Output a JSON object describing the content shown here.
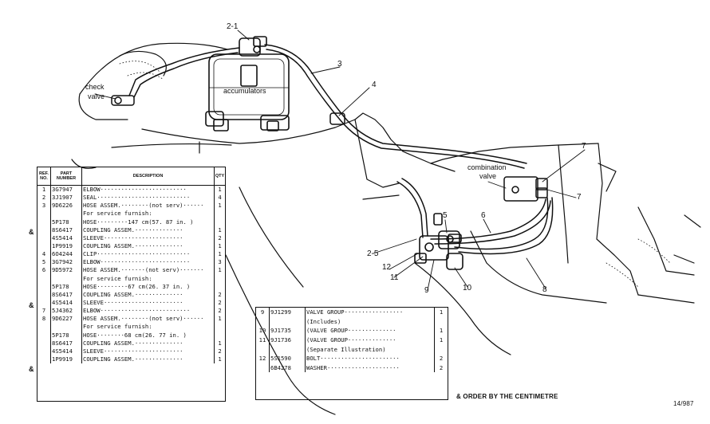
{
  "callouts": {
    "c2_1": "2-1",
    "c3": "3",
    "c4": "4",
    "c7a": "7",
    "c7b": "7",
    "c5": "5",
    "c6": "6",
    "c2_5": "2-5",
    "c12": "12",
    "c11": "11",
    "c9": "9",
    "c10": "10",
    "c8": "8"
  },
  "labels": {
    "check_valve_line1": "check",
    "check_valve_line2": "valve",
    "accumulators": "accumulators",
    "combination_line1": "combination",
    "combination_line2": "valve"
  },
  "parts_table": {
    "headers": {
      "ref": "REF. NO.",
      "part": "PART NUMBER",
      "desc": "DESCRIPTION",
      "qty": "QTY"
    },
    "rows": [
      {
        "ref": "1",
        "pn": "3G7947",
        "desc": "ELBOW·························",
        "qty": "1"
      },
      {
        "ref": "2",
        "pn": "3J1907",
        "desc": "SEAL···························",
        "qty": "4"
      },
      {
        "ref": "3",
        "pn": "9D6226",
        "desc": "HOSE ASSEM.········(not serv)······",
        "qty": "1"
      },
      {
        "ref": "",
        "pn": "",
        "desc": "   For service furnish:",
        "qty": ""
      },
      {
        "ref": "",
        "pn": "5P178",
        "desc": "    HOSE·········147 cm(57. 87 in. )",
        "qty": ""
      },
      {
        "ref": "",
        "pn": "8S6417",
        "desc": "    COUPLING ASSEM.··············",
        "qty": "1"
      },
      {
        "ref": "",
        "pn": "4S5414",
        "desc": "    SLEEVE·······················",
        "qty": "2"
      },
      {
        "ref": "",
        "pn": "1P9919",
        "desc": "    COUPLING ASSEM.··············",
        "qty": "1"
      },
      {
        "ref": "4",
        "pn": "6O4244",
        "desc": "CLIP···························",
        "qty": "1"
      },
      {
        "ref": "5",
        "pn": "3G7942",
        "desc": "ELBOW··························",
        "qty": "3"
      },
      {
        "ref": "6",
        "pn": "9D5972",
        "desc": "HOSE ASSEM.·······(not serv)·······",
        "qty": "1"
      },
      {
        "ref": "",
        "pn": "",
        "desc": "   For service furnish:",
        "qty": ""
      },
      {
        "ref": "",
        "pn": "5P178",
        "desc": "    HOSE·········67 cm(26. 37 in. )",
        "qty": ""
      },
      {
        "ref": "",
        "pn": "8S6417",
        "desc": "    COUPLING ASSEM.··············",
        "qty": "2"
      },
      {
        "ref": "",
        "pn": "4S5414",
        "desc": "    SLEEVE·······················",
        "qty": "2"
      },
      {
        "ref": "7",
        "pn": "5J4362",
        "desc": "ELBOW··························",
        "qty": "2"
      },
      {
        "ref": "8",
        "pn": "9D6227",
        "desc": "HOSE ASSEM.········(not serv)······",
        "qty": "1"
      },
      {
        "ref": "",
        "pn": "",
        "desc": "   For service furnish:",
        "qty": ""
      },
      {
        "ref": "",
        "pn": "5P178",
        "desc": "    HOSE········68 cm(26. 77 in. )",
        "qty": ""
      },
      {
        "ref": "",
        "pn": "8S6417",
        "desc": "    COUPLING ASSEM.··············",
        "qty": "1"
      },
      {
        "ref": "",
        "pn": "4S5414",
        "desc": "    SLEEVE·······················",
        "qty": "2"
      },
      {
        "ref": "",
        "pn": "1P9919",
        "desc": "    COUPLING ASSEM.··············",
        "qty": "1"
      }
    ],
    "markers": [
      "&",
      "&",
      "&"
    ]
  },
  "valve_table": {
    "rows": [
      {
        "ref": "9",
        "pn": "9J1299",
        "desc": "VALVE GROUP·················",
        "qty": "1"
      },
      {
        "ref": "",
        "pn": "",
        "desc": "   (Includes)",
        "qty": ""
      },
      {
        "ref": "10",
        "pn": "9J1735",
        "desc": " (VALVE GROUP··············",
        "qty": "1"
      },
      {
        "ref": "11",
        "pn": "9J1736",
        "desc": " (VALVE GROUP··············",
        "qty": "1"
      },
      {
        "ref": "",
        "pn": "",
        "desc": "   (Separate Illustration)",
        "qty": ""
      },
      {
        "ref": "12",
        "pn": "5S1590",
        "desc": "BOLT·······················",
        "qty": "2"
      },
      {
        "ref": "",
        "pn": "6B4278",
        "desc": "WASHER·····················",
        "qty": "2"
      }
    ]
  },
  "footer": {
    "order_note": "& ORDER BY THE CENTIMETRE",
    "figure_id": "14/987"
  }
}
